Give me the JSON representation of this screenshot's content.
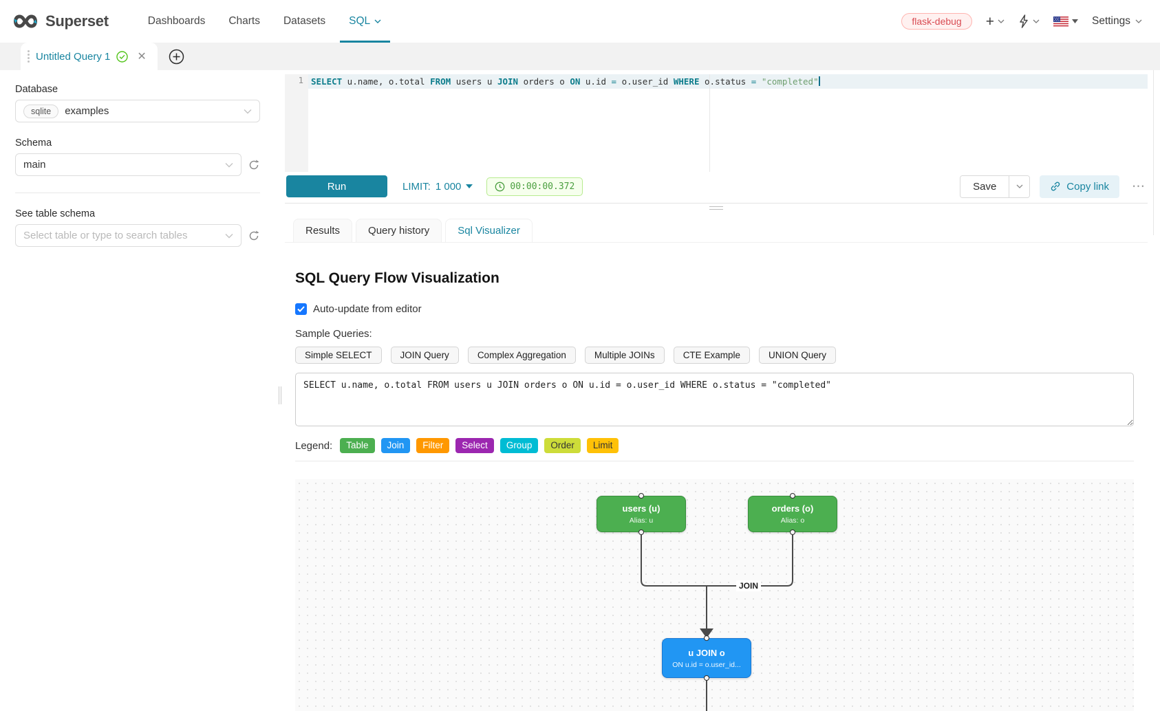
{
  "colors": {
    "accent": "#1985a0",
    "node_table": "#4CAF50",
    "node_table_border": "#388E3C",
    "node_join": "#2196F3",
    "node_join_border": "#1976D2"
  },
  "navbar": {
    "brand": "Superset",
    "items": [
      {
        "label": "Dashboards"
      },
      {
        "label": "Charts"
      },
      {
        "label": "Datasets"
      },
      {
        "label": "SQL"
      }
    ],
    "env_badge": "flask-debug",
    "settings_label": "Settings"
  },
  "tabstrip": {
    "tab_title": "Untitled Query 1"
  },
  "sidebar": {
    "database_label": "Database",
    "database_engine": "sqlite",
    "database_value": "examples",
    "schema_label": "Schema",
    "schema_value": "main",
    "table_label": "See table schema",
    "table_placeholder": "Select table or type to search tables"
  },
  "editor": {
    "line_number": "1",
    "tokens": [
      {
        "text": "SELECT",
        "type": "kw"
      },
      {
        "text": " u.name, o.total ",
        "type": "pl"
      },
      {
        "text": "FROM",
        "type": "kw"
      },
      {
        "text": " users u ",
        "type": "pl"
      },
      {
        "text": "JOIN",
        "type": "kw"
      },
      {
        "text": " orders o ",
        "type": "pl"
      },
      {
        "text": "ON",
        "type": "kw"
      },
      {
        "text": " u.id ",
        "type": "pl"
      },
      {
        "text": "=",
        "type": "op"
      },
      {
        "text": " o.user_id ",
        "type": "pl"
      },
      {
        "text": "WHERE",
        "type": "kw"
      },
      {
        "text": " o.status ",
        "type": "pl"
      },
      {
        "text": "=",
        "type": "op"
      },
      {
        "text": " ",
        "type": "pl"
      },
      {
        "text": "\"completed\"",
        "type": "str"
      }
    ]
  },
  "toolbar": {
    "run_label": "Run",
    "limit_label": "LIMIT:",
    "limit_value": "1 000",
    "timer": "00:00:00.372",
    "save_label": "Save",
    "copy_link_label": "Copy link",
    "more_label": "⋯"
  },
  "result_tabs": [
    {
      "label": "Results"
    },
    {
      "label": "Query history"
    },
    {
      "label": "Sql Visualizer"
    }
  ],
  "visualizer": {
    "title": "SQL Query Flow Visualization",
    "auto_update_label": "Auto-update from editor",
    "sample_queries_label": "Sample Queries:",
    "sample_buttons": [
      "Simple SELECT",
      "JOIN Query",
      "Complex Aggregation",
      "Multiple JOINs",
      "CTE Example",
      "UNION Query"
    ],
    "query_text": "SELECT u.name, o.total FROM users u JOIN orders o ON u.id = o.user_id WHERE o.status = \"completed\"",
    "legend_label": "Legend:",
    "legend": [
      {
        "label": "Table",
        "color": "#4CAF50",
        "text": "#ffffff"
      },
      {
        "label": "Join",
        "color": "#2196F3",
        "text": "#ffffff"
      },
      {
        "label": "Filter",
        "color": "#FF9800",
        "text": "#ffffff"
      },
      {
        "label": "Select",
        "color": "#9C27B0",
        "text": "#ffffff"
      },
      {
        "label": "Group",
        "color": "#00BCD4",
        "text": "#ffffff"
      },
      {
        "label": "Order",
        "color": "#CDDC39",
        "text": "#333333"
      },
      {
        "label": "Limit",
        "color": "#FFC107",
        "text": "#333333"
      }
    ],
    "flow": {
      "edge_label": "JOIN",
      "nodes": [
        {
          "title": "users (u)",
          "subtitle": "Alias: u",
          "color": "#4CAF50",
          "border": "#388E3C"
        },
        {
          "title": "orders (o)",
          "subtitle": "Alias: o",
          "color": "#4CAF50",
          "border": "#388E3C"
        },
        {
          "title": "u JOIN o",
          "subtitle": "ON u.id = o.user_id...",
          "color": "#2196F3",
          "border": "#1976D2"
        }
      ]
    }
  }
}
